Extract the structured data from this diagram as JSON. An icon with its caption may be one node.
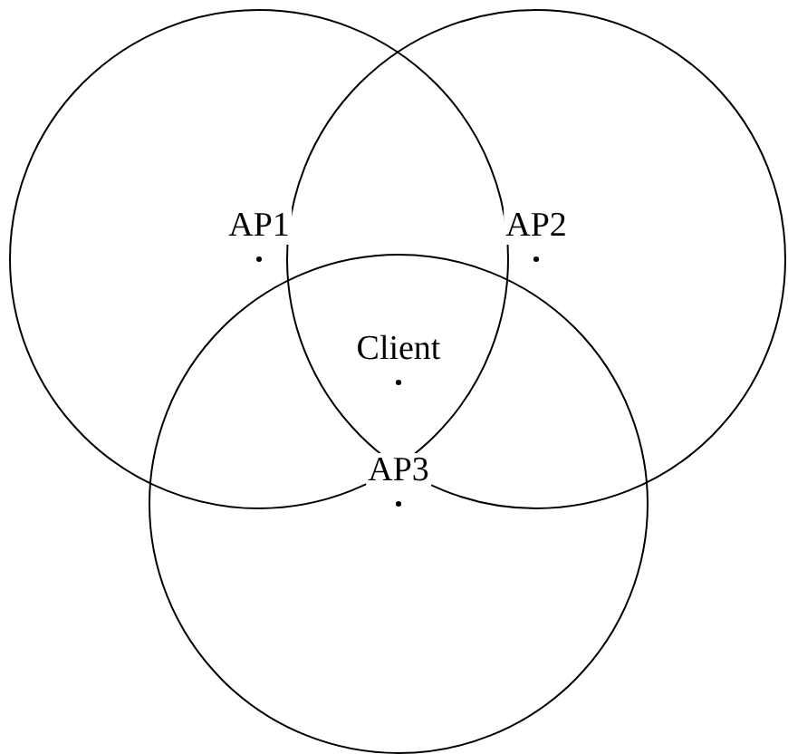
{
  "diagram": {
    "nodes": [
      {
        "text": [
          "AP1"
        ]
      },
      {
        "text": [
          "AP2"
        ]
      },
      {
        "text": [
          "AP3"
        ]
      }
    ],
    "edges": [],
    "labels": [
      "Client"
    ]
  }
}
